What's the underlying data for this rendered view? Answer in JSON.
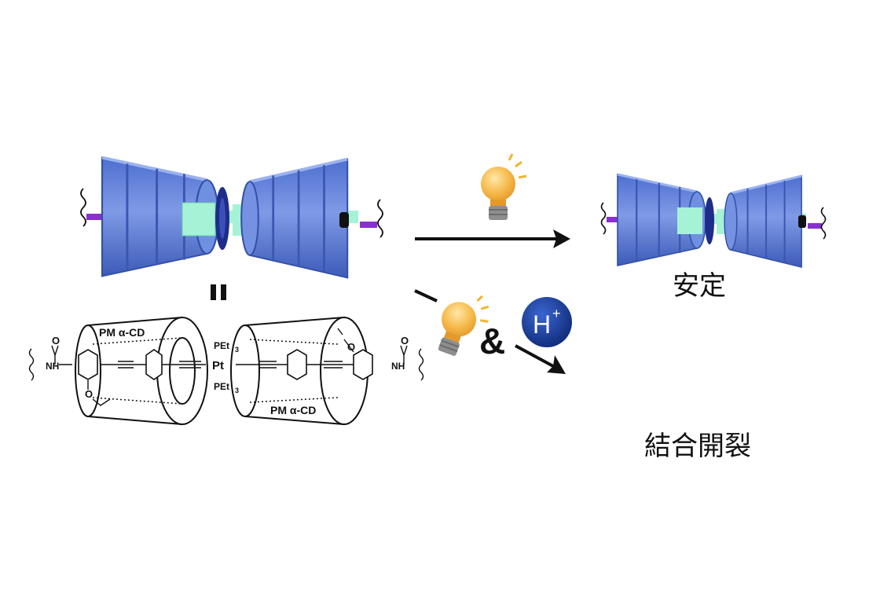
{
  "outcomes": {
    "stable": "安定",
    "cleavage": "結合開裂"
  },
  "conditions": {
    "ampersand": "&",
    "proton": "H",
    "proton_charge": "+"
  },
  "equivalence": "=",
  "structure": {
    "ring_label_left": "PM α-CD",
    "ring_label_right": "PM α-CD",
    "metal": "Pt",
    "ligand_top": "PEt",
    "ligand_bottom": "PEt",
    "ligand_subscript": "3",
    "amide_o": "O",
    "amide_nh": "NH",
    "ether_o": "O"
  },
  "colors": {
    "cyclodextrin": "#5b7fd6",
    "cyclodextrin_dark": "#3f5fb8",
    "axle_intact": "#a6f2d6",
    "axle_cleaved": "#2fd8f2",
    "pt_disc": "#1e2c8a",
    "stopper": "#8a2fd0",
    "bulb": "#f5b84a",
    "proton_ball": "#173a8e"
  },
  "icons": [
    "light-bulb-icon",
    "proton-icon",
    "arrow-icon"
  ]
}
